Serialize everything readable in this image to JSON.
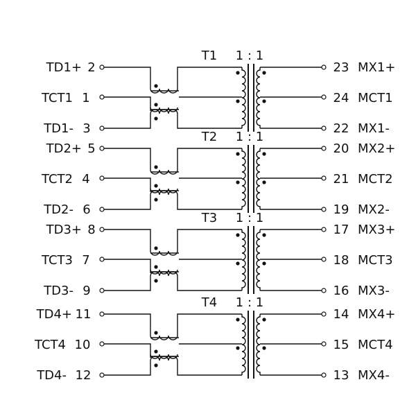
{
  "channels": [
    {
      "transformer_label": "T1",
      "ratio": "1 : 1",
      "left": {
        "plus": {
          "name": "TD1+",
          "pin": "2"
        },
        "ct": {
          "name": "TCT1",
          "pin": "1"
        },
        "minus": {
          "name": "TD1-",
          "pin": "3"
        }
      },
      "right": {
        "plus": {
          "pin": "23",
          "name": "MX1+"
        },
        "ct": {
          "pin": "24",
          "name": "MCT1"
        },
        "minus": {
          "pin": "22",
          "name": "MX1-"
        }
      }
    },
    {
      "transformer_label": "T2",
      "ratio": "1 : 1",
      "left": {
        "plus": {
          "name": "TD2+",
          "pin": "5"
        },
        "ct": {
          "name": "TCT2",
          "pin": "4"
        },
        "minus": {
          "name": "TD2-",
          "pin": "6"
        }
      },
      "right": {
        "plus": {
          "pin": "20",
          "name": "MX2+"
        },
        "ct": {
          "pin": "21",
          "name": "MCT2"
        },
        "minus": {
          "pin": "19",
          "name": "MX2-"
        }
      }
    },
    {
      "transformer_label": "T3",
      "ratio": "1 : 1",
      "left": {
        "plus": {
          "name": "TD3+",
          "pin": "8"
        },
        "ct": {
          "name": "TCT3",
          "pin": "7"
        },
        "minus": {
          "name": "TD3-",
          "pin": "9"
        }
      },
      "right": {
        "plus": {
          "pin": "17",
          "name": "MX3+"
        },
        "ct": {
          "pin": "18",
          "name": "MCT3"
        },
        "minus": {
          "pin": "16",
          "name": "MX3-"
        }
      }
    },
    {
      "transformer_label": "T4",
      "ratio": "1 : 1",
      "left": {
        "plus": {
          "name": "TD4+",
          "pin": "11"
        },
        "ct": {
          "name": "TCT4",
          "pin": "10"
        },
        "minus": {
          "name": "TD4-",
          "pin": "12"
        }
      },
      "right": {
        "plus": {
          "pin": "14",
          "name": "MX4+"
        },
        "ct": {
          "pin": "15",
          "name": "MCT4"
        },
        "minus": {
          "pin": "13",
          "name": "MX4-"
        }
      }
    }
  ]
}
